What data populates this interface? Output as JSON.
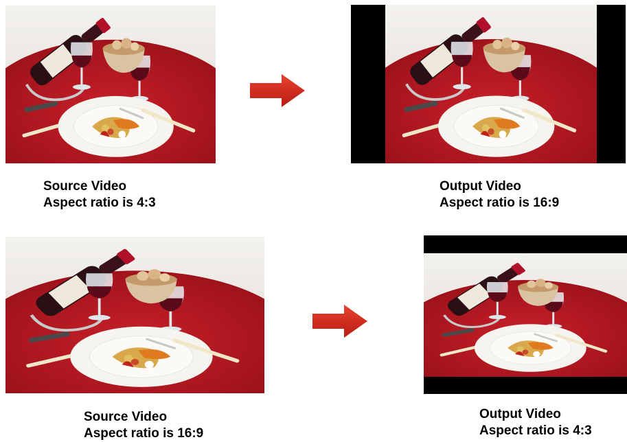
{
  "panels": [
    {
      "title": "Source Video",
      "subtitle": "Aspect ratio is 4:3"
    },
    {
      "title": "Output Video",
      "subtitle": "Aspect ratio is 16:9"
    },
    {
      "title": "Source Video",
      "subtitle": "Aspect ratio is 16:9"
    },
    {
      "title": "Output Video",
      "subtitle": "Aspect ratio is 4:3"
    }
  ],
  "colors": {
    "arrow": "#d42a1c",
    "tablecloth": "#b5131c",
    "letterbox": "#000000"
  },
  "image_subject": "wine bottle, glasses, bread bowl and plate of food on red tablecloth"
}
